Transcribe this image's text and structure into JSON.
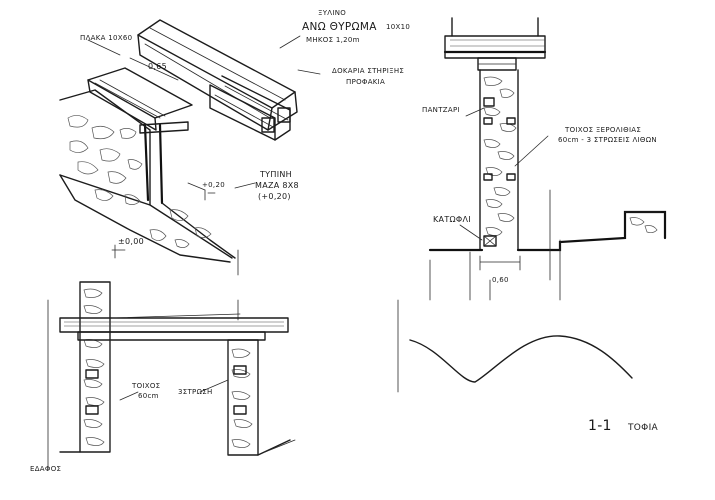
{
  "labels": {
    "plaka": "ΠΛΑΚΑ 10Χ60",
    "wood_top": "ΞΥΛΙΝΟ",
    "lintel": "ΑΝΩ ΘΥΡΩΜΑ",
    "lintel_size": "10Χ10",
    "length": "ΜΗΚΟΣ 1,20m",
    "beams": "ΔΟΚΑΡΙΑ ΣΤΗΡΙΞΗΣ",
    "beams_2": "ΠΡΟΦΑΚΙΑ",
    "dim_065": "0,65",
    "cement": "ΤΥΠΙΝΗ",
    "cement_2": "ΜΑΖΑ 8Χ8",
    "cement_3": "(+0,20)",
    "dim_020": "+0,20",
    "level_000": "±0,00",
    "pantzari": "ΠΑΝΤΖΑΡΙ",
    "wall": "ΤΟΙΧΟΣ ΞΕΡΟΛΙΘΙΑΣ",
    "wall_2": "60cm - 3 ΣΤΡΩΣΕΙΣ ΛΙΘΩΝ",
    "katoflia": "ΚΑΤΩΦΛΙ",
    "dim_060": "0,60",
    "wall_front": "ΤΟΙΧΟΣ",
    "wall_front_2": "60cm",
    "rows": "3ΣΤΡΩΣΗ",
    "ground": "ΕΔΑΦΟΣ",
    "section_no": "1-1",
    "section_name": "ΤΟΦΙΑ"
  }
}
